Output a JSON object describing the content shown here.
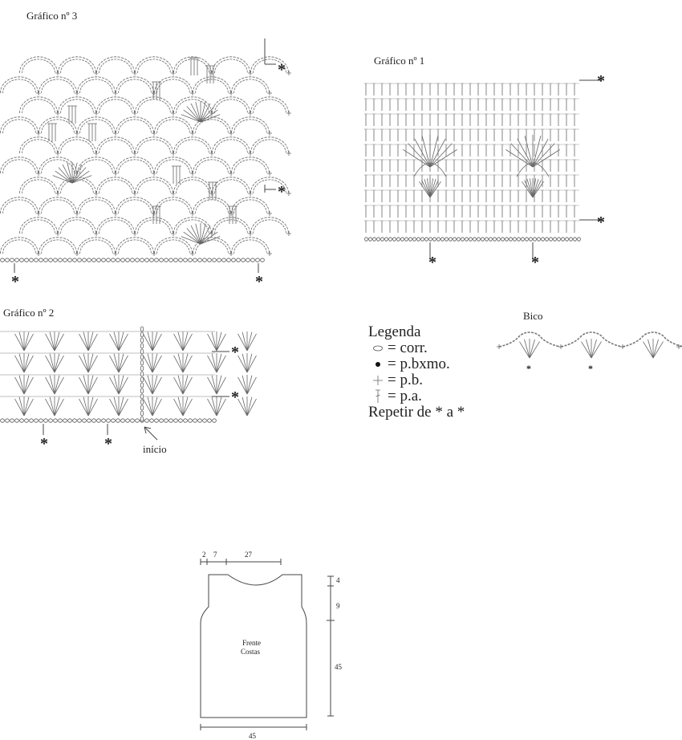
{
  "chart3": {
    "title": "Gráfico nº 3"
  },
  "chart1": {
    "title": "Gráfico nº 1"
  },
  "chart2": {
    "title": "Gráfico nº 2",
    "start_label": "início"
  },
  "bico": {
    "title": "Bico"
  },
  "repeat_marker": "*",
  "legend": {
    "title": "Legenda",
    "items": [
      {
        "symbol": "chain-oval-icon",
        "text": "= corr."
      },
      {
        "symbol": "slip-stitch-dot-icon",
        "text": "= p.bxmo."
      },
      {
        "symbol": "single-crochet-cross-icon",
        "text": "= p.b."
      },
      {
        "symbol": "double-crochet-icon",
        "text": "= p.a."
      }
    ],
    "repeat_text": "Repetir de * a *"
  },
  "schematic": {
    "piece_label_1": "Frente",
    "piece_label_2": "Costas",
    "top_dims": [
      "2",
      "7",
      "27"
    ],
    "right_dims": [
      "4",
      "9",
      "45"
    ],
    "bottom_dim": "45"
  }
}
